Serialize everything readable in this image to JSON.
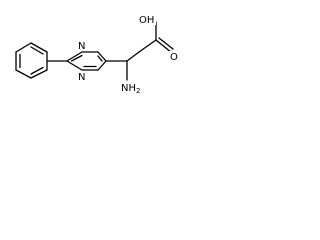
{
  "molecule": {
    "atoms": {
      "n_top": "N",
      "n_bottom": "N",
      "hydroxyl": "OH",
      "carbonyl_o": "O",
      "amino": "NH",
      "amino_subscript": "2"
    }
  }
}
